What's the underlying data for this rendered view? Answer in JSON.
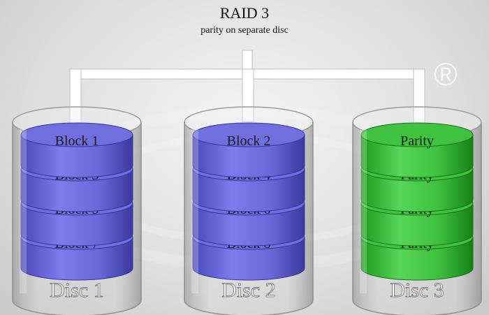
{
  "title": "RAID 3",
  "subtitle": "parity on separate disc",
  "watermark_symbol": "®",
  "colors": {
    "data_block": "#6f6fe0",
    "parity_block": "#3fc23f"
  },
  "discs": [
    {
      "label": "Disc 1",
      "type": "data",
      "blocks": [
        "Block 1",
        "Block 3",
        "Block 5",
        "Block 7"
      ]
    },
    {
      "label": "Disc 2",
      "type": "data",
      "blocks": [
        "Block 2",
        "Block 4",
        "Block 6",
        "Block 8"
      ]
    },
    {
      "label": "Disc 3",
      "type": "parity",
      "blocks": [
        "Parity",
        "Parity",
        "Parity",
        "Parity"
      ]
    }
  ]
}
